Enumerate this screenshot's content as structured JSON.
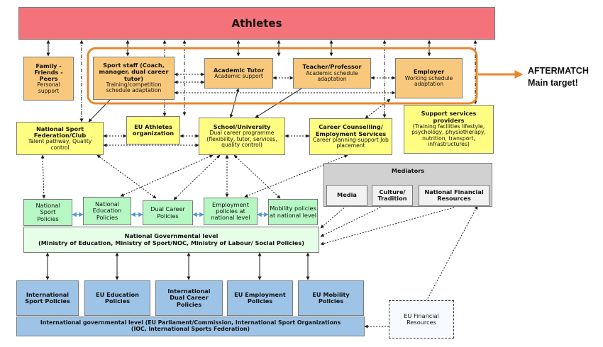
{
  "athletes": "Athletes",
  "family": {
    "title": "Family - Friends - Peers",
    "sub": "Personal support"
  },
  "sport_staff": {
    "title": "Sport staff (Coach, manager, dual career tutor)",
    "sub": "Training/competition schedule adaptation"
  },
  "academic_tutor": {
    "title": "Academic Tutor",
    "sub": "Academic support"
  },
  "teacher": {
    "title": "Teacher/Professor",
    "sub": "Academic schedule adaptation"
  },
  "employer": {
    "title": "Employer",
    "sub": "Working schedule adaptation"
  },
  "aftermatch": {
    "line1": "AFTERMATCH",
    "line2": "Main target!"
  },
  "support_services": {
    "title": "Support services providers",
    "sub": "(Training facilities lifestyle, psychology, physiotherapy, nutrition, transport, infrastructures)"
  },
  "national_sport_fed": {
    "title": "National Sport Federation/Club",
    "sub": "Talent pathway, Quality control"
  },
  "eu_athletes": {
    "title": "EU Athletes organization"
  },
  "school": {
    "title": "School/University",
    "sub": "Dual career programme (flexibility, tutor, services, quality control)"
  },
  "career_counselling": {
    "title": "Career Counselling/ Employment Services",
    "sub": "Career planning-support Job placement"
  },
  "mediators": {
    "title": "Mediators",
    "media": "Media",
    "culture": "Culture/ Tradition",
    "finance": "National Financial Resources"
  },
  "national_policies": {
    "sport": "National Sport Policies",
    "education": "National Education Policies",
    "dual_career": "Dual Career Policies",
    "employment": "Employment policies at national level",
    "mobility": "Mobility policies at national level"
  },
  "national_gov": {
    "title": "National Governmental level",
    "sub": "(Ministry of Education, Ministry of Sport/NOC, Ministry of Labour/ Social Policies)"
  },
  "international_policies": {
    "sport": "International Sport Policies",
    "education": "EU Education Policies",
    "dual_career": "International Dual Career Policies",
    "employment": "EU Employment Policies",
    "mobility": "EU Mobility Policies"
  },
  "eu_financial": "EU Financial Resources",
  "international_gov": {
    "title": "International governmental level (EU Parliament/Commission, International Sport Organizations",
    "sub": "(IOC, International Sports Federation)"
  },
  "colors": {
    "athletes": "#f4737a",
    "highlight": "#e8872c",
    "arrow": "#1a1a1a",
    "blue_arrow": "#4f9ad3"
  }
}
